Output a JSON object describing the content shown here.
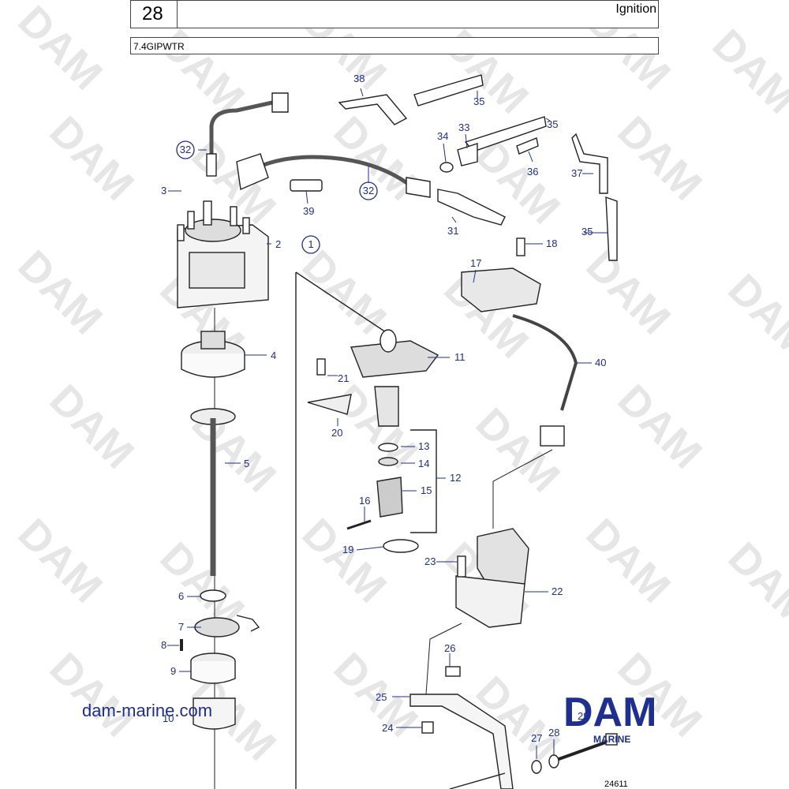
{
  "header": {
    "page_number": "28",
    "section_title": "Ignition",
    "model_code": "7.4GIPWTR"
  },
  "watermark": {
    "text": "DAM",
    "site_url": "dam-marine.com",
    "logo_text": "DAM",
    "logo_subtext": "MARINE",
    "logo_color": "#1f2f8f"
  },
  "figure_number": "24611",
  "callouts": [
    {
      "id": "1",
      "label": "1",
      "circled": true
    },
    {
      "id": "2",
      "label": "2"
    },
    {
      "id": "3",
      "label": "3"
    },
    {
      "id": "4",
      "label": "4"
    },
    {
      "id": "5",
      "label": "5"
    },
    {
      "id": "6",
      "label": "6"
    },
    {
      "id": "7",
      "label": "7"
    },
    {
      "id": "8",
      "label": "8"
    },
    {
      "id": "9",
      "label": "9"
    },
    {
      "id": "10",
      "label": "10"
    },
    {
      "id": "11",
      "label": "11"
    },
    {
      "id": "12",
      "label": "12"
    },
    {
      "id": "13",
      "label": "13"
    },
    {
      "id": "14",
      "label": "14"
    },
    {
      "id": "15",
      "label": "15"
    },
    {
      "id": "16",
      "label": "16"
    },
    {
      "id": "17",
      "label": "17"
    },
    {
      "id": "18",
      "label": "18"
    },
    {
      "id": "19",
      "label": "19"
    },
    {
      "id": "20",
      "label": "20"
    },
    {
      "id": "21",
      "label": "21"
    },
    {
      "id": "22",
      "label": "22"
    },
    {
      "id": "23",
      "label": "23"
    },
    {
      "id": "24",
      "label": "24"
    },
    {
      "id": "25",
      "label": "25"
    },
    {
      "id": "26",
      "label": "26"
    },
    {
      "id": "27",
      "label": "27"
    },
    {
      "id": "28",
      "label": "28"
    },
    {
      "id": "29",
      "label": "29"
    },
    {
      "id": "31",
      "label": "31"
    },
    {
      "id": "32a",
      "label": "32",
      "circled": true
    },
    {
      "id": "32b",
      "label": "32",
      "circled": true
    },
    {
      "id": "33",
      "label": "33"
    },
    {
      "id": "34",
      "label": "34"
    },
    {
      "id": "35a",
      "label": "35"
    },
    {
      "id": "35b",
      "label": "35"
    },
    {
      "id": "35c",
      "label": "35"
    },
    {
      "id": "36",
      "label": "36"
    },
    {
      "id": "37",
      "label": "37"
    },
    {
      "id": "38",
      "label": "38"
    },
    {
      "id": "39",
      "label": "39"
    },
    {
      "id": "40",
      "label": "40"
    }
  ]
}
